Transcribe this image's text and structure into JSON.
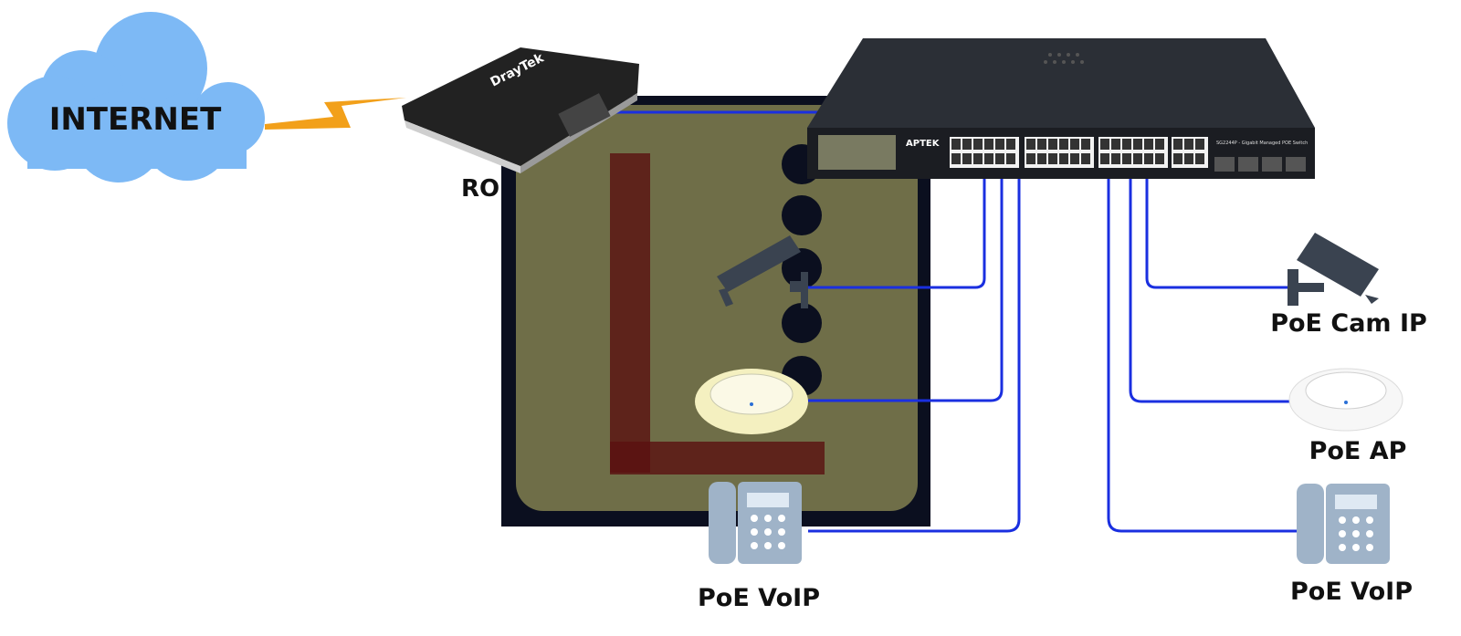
{
  "labels": {
    "cloud": "INTERNET",
    "router": "RO",
    "cam_right": "PoE Cam IP",
    "ap_right": "PoE AP",
    "voip_right": "PoE VoIP",
    "voip_left": "PoE VoIP"
  },
  "switch": {
    "brand": "APTEK",
    "model": "SG2244P - Gigabit Managed POE Switch"
  },
  "router_brand": "DrayTek",
  "colors": {
    "cloud": "#7db9f5",
    "bolt": "#f2a01a",
    "cable": "#1a2fe0",
    "switch_body": "#2b2f36",
    "router_body": "#222222",
    "camera": "#3a4350",
    "phone": "#9fb3c8",
    "watermark_dark": "#0b0f1f",
    "watermark_yellow": "#e8e27a"
  },
  "icons": [
    "cloud-icon",
    "lightning-bolt-icon",
    "router-icon",
    "switch-icon",
    "camera-icon",
    "access-point-icon",
    "phone-icon",
    "watermark-logo"
  ]
}
